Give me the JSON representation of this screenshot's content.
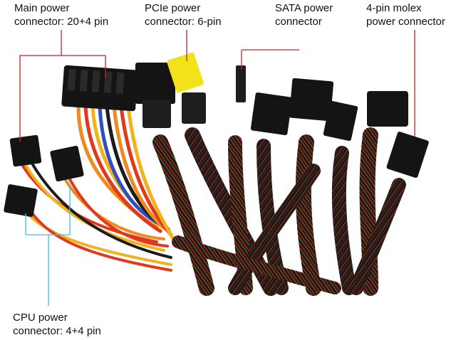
{
  "labels": {
    "main_power": [
      "Main power",
      "connector: 20+4 pin"
    ],
    "pcie_power": [
      "PCIe power",
      "connector: 6-pin"
    ],
    "sata_power": [
      "SATA power",
      "connector"
    ],
    "molex_power": [
      "4-pin molex",
      "power connector"
    ],
    "cpu_power": [
      "CPU power",
      "connector: 4+4 pin"
    ]
  },
  "colors": {
    "callout_red": "#d0202a",
    "callout_cyan": "#3fc4e0",
    "pcie_plug": "#f2e21a",
    "sleeve_black": "#1c1a18",
    "sleeve_red": "#b0221c",
    "wire_orange": "#f08a1e",
    "wire_yellow": "#f2b21e",
    "wire_blue": "#3050c0"
  }
}
